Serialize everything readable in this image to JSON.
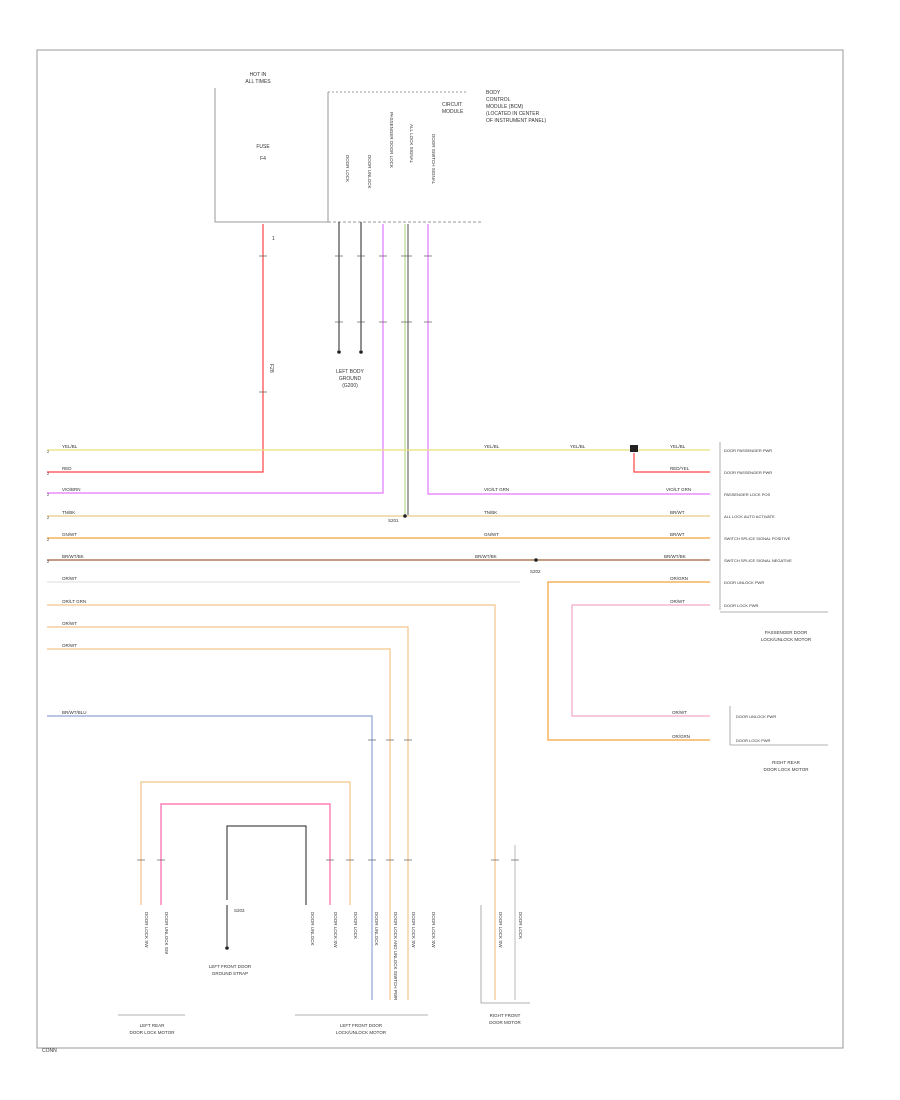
{
  "colors": {
    "frame": "#999999",
    "text": "#333333",
    "yellow": "#e8e27a",
    "red": "#ff4444",
    "violet": "#e277ff",
    "tan": "#e8c98a",
    "orange": "#f2a23a",
    "brown": "#b07a5a",
    "green": "#b8d890",
    "pink": "#f3a7c8",
    "blue": "#8ea5d8",
    "black": "#222222",
    "gray": "#cccccc"
  },
  "top": {
    "fuse_box": {
      "header": "HOT IN",
      "sub": "ALL TIMES",
      "fuse": "FUSE",
      "fuse_no": "F4",
      "pin": "1"
    },
    "module": {
      "name": "CIRCUIT",
      "name2": "MODULE",
      "notes": [
        "BODY",
        "CONTROL",
        "MODULE (BCM)",
        "(LOCATED IN CENTER",
        "OF INSTRUMENT PANEL)"
      ]
    },
    "ground": {
      "label": "LEFT BODY",
      "sub": "GROUND",
      "sub2": "(G200)"
    },
    "wire_tag": "F28"
  },
  "main_rows": {
    "left_labels": [
      "YEL/BL",
      "RED",
      "VIO/BRN",
      "TN/BK",
      "GN/WT",
      "BR/WT/BK",
      "OR/WT",
      "OR/LT GRN",
      "OR/WT",
      "OR/WT",
      "BR/WT/BLU"
    ],
    "mid_labels": [
      "YEL/BL",
      "VIO/LT GRN",
      "TN/BK",
      "GN/WT",
      "BR/WT/BK"
    ],
    "right_labels": [
      "YEL/BL",
      "RED/YEL",
      "VIO/LT GRN",
      "BR/WT",
      "BR/WT",
      "BR/WT/BK",
      "OR/GRN",
      "OR/WT"
    ],
    "right_pins": [
      "DOOR PASSENGER PWR",
      "DOOR PASSENGER PWR",
      "PASSENGER LOCK POS",
      "ALL LOCK AUTO ACTIVATE",
      "SWITCH SPLICE SIGNAL POSITIVE",
      "SWITCH SPLICE SIGNAL NEGATIVE",
      "DOOR UNLOCK PWR",
      "DOOR LOCK PWR"
    ],
    "pin_no": "2",
    "splice": "S201",
    "splice2": "S202"
  },
  "right_modules": {
    "passenger": {
      "name": "PASSENGER DOOR",
      "sub": "LOCK/UNLOCK MOTOR"
    },
    "right_rear": {
      "name": "RIGHT REAR",
      "sub": "DOOR LOCK MOTOR",
      "labels": [
        "OR/WT",
        "OR/GRN"
      ],
      "pins": [
        "DOOR UNLOCK PWR",
        "DOOR LOCK PWR"
      ]
    }
  },
  "bottom": {
    "left_rear": {
      "name": "LEFT REAR",
      "sub": "DOOR LOCK MOTOR"
    },
    "left_front": {
      "name": "LEFT FRONT DOOR",
      "sub": "LOCK/UNLOCK MOTOR"
    },
    "right_front": {
      "name": "RIGHT FRONT",
      "sub": "DOOR MOTOR"
    },
    "ground": {
      "label": "S203",
      "sub": "LEFT FRONT DOOR",
      "sub2": "GROUND STRAP"
    },
    "vertical_labels": [
      "DOOR LOCK SW",
      "DOOR UNLOCK SW",
      "DOOR LOCK SW",
      "DOOR LOCK",
      "DOOR UNLOCK",
      "DOOR LOCK AND UNLOCK SWITCH PWR",
      "DOOR LOCK SW",
      "DOOR LOCK SW",
      "DOOR LOCK SW",
      "DOOR LOCK",
      "DOOR UNLOCK"
    ],
    "corner": "CONN"
  }
}
